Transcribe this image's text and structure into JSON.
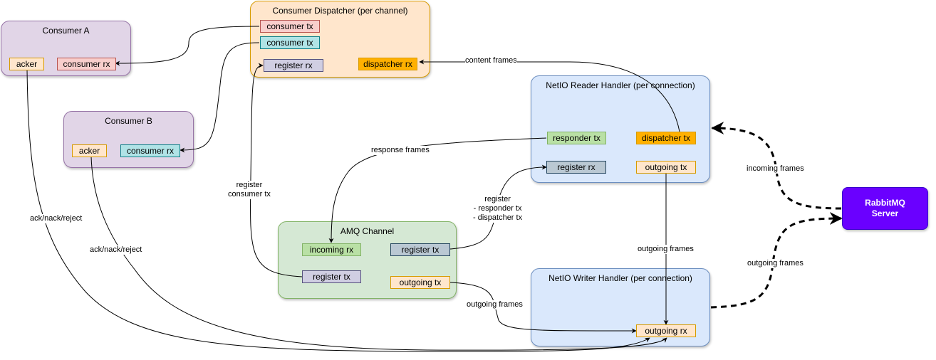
{
  "groups": {
    "consumer_a": "Consumer A",
    "consumer_b": "Consumer B",
    "dispatcher": "Consumer Dispatcher (per channel)",
    "reader": "NetIO Reader Handler (per connection)",
    "amq": "AMQ Channel",
    "writer": "NetIO Writer Handler (per connection)"
  },
  "boxes": {
    "a_acker": "acker",
    "a_consumer_rx": "consumer rx",
    "b_acker": "acker",
    "b_consumer_rx": "consumer rx",
    "d_consumer_tx_red": "consumer tx",
    "d_consumer_tx_cyan": "consumer tx",
    "d_register_rx": "register rx",
    "d_dispatcher_rx": "dispatcher rx",
    "r_responder_tx": "responder tx",
    "r_dispatcher_tx": "dispatcher tx",
    "r_register_rx": "register rx",
    "r_outgoing_tx": "outgoing tx",
    "c_incoming_rx": "incoming rx",
    "c_register_tx_slate": "register tx",
    "c_register_tx_lav": "register tx",
    "c_outgoing_tx": "outgoing tx",
    "w_outgoing_rx": "outgoing rx"
  },
  "server": "RabbitMQ\nServer",
  "edge_labels": {
    "content_frames": "content frames",
    "response_frames": "response frames",
    "register_consumer_tx": "register\nconsumer tx",
    "register_responder_dispatcher": "register\n- responder tx\n- dispatcher tx",
    "incoming_frames": "incoming frames",
    "outgoing_frames_reader_writer": "outgoing frames",
    "outgoing_frames_server": "outgoing frames",
    "outgoing_frames_channel": "outgoing frames",
    "ack_a": "ack/nack/reject",
    "ack_b": "ack/nack/reject"
  },
  "colors": {
    "purple_group": "#e1d5e7",
    "orange_group": "#ffe6cc",
    "blue_group": "#dae8fc",
    "green_group": "#d5e8d4",
    "server": "#6a00ff"
  }
}
